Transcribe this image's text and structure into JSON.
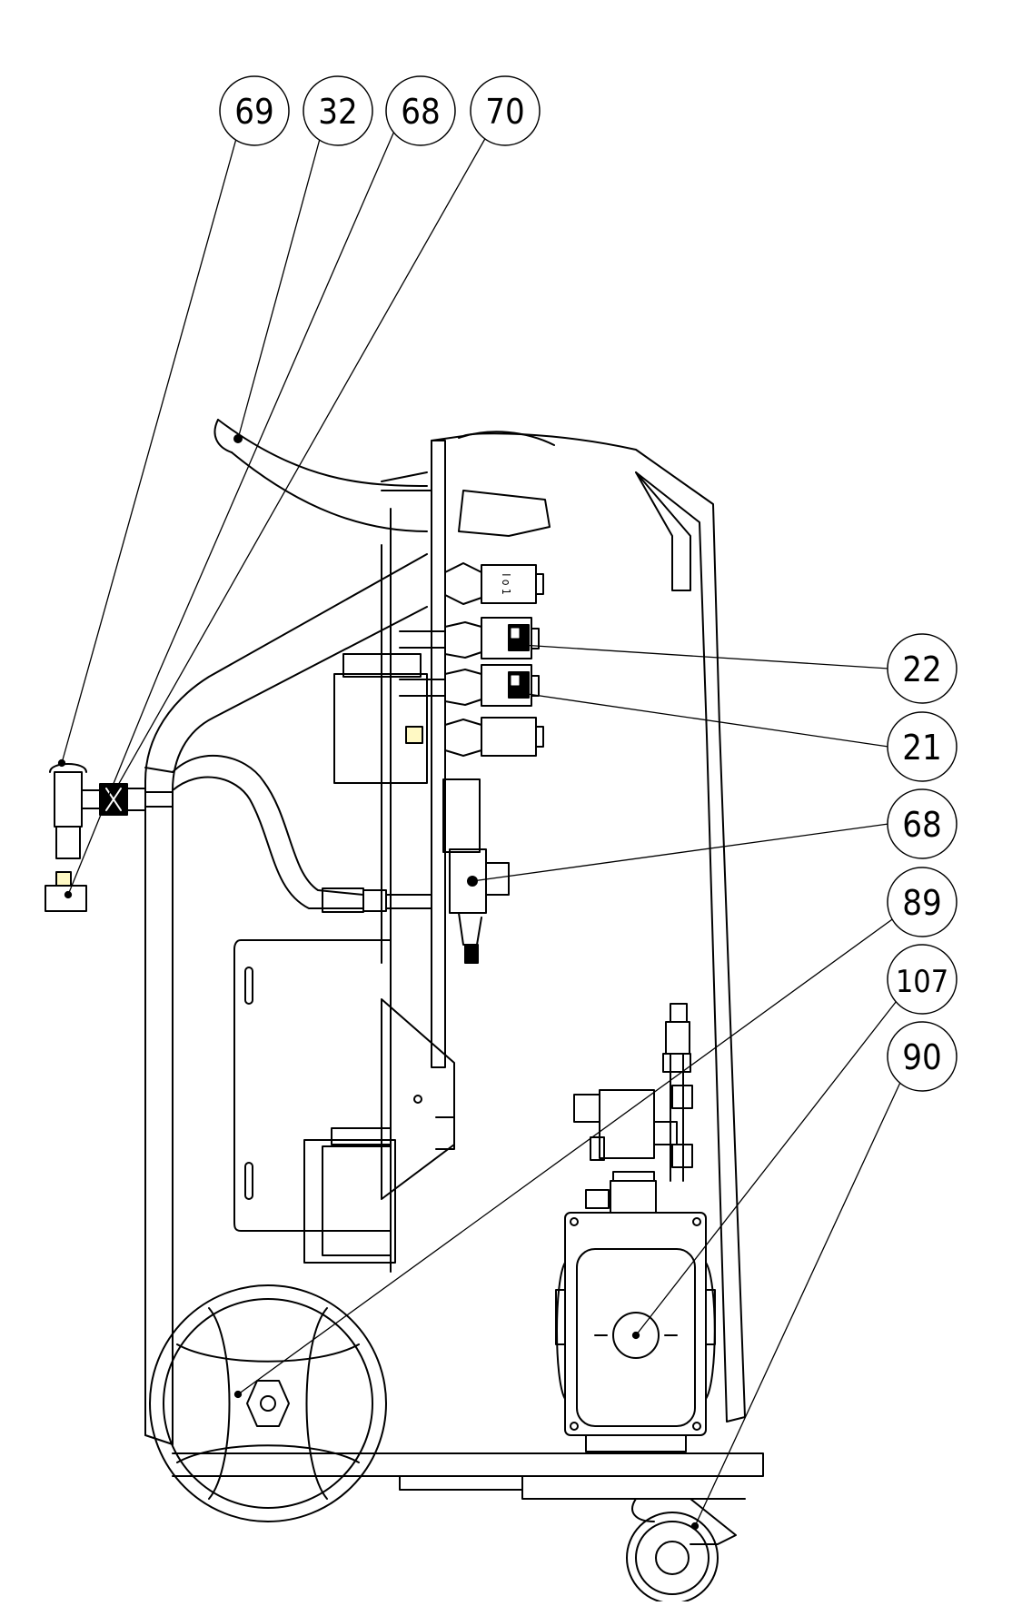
{
  "diagram": {
    "stroke_color": "#000000",
    "background_color": "#ffffff",
    "fill_accent": "#fff9c4",
    "callouts": [
      {
        "id": "c69",
        "label": "69"
      },
      {
        "id": "c32",
        "label": "32"
      },
      {
        "id": "c68top",
        "label": "68"
      },
      {
        "id": "c70",
        "label": "70"
      },
      {
        "id": "c22",
        "label": "22"
      },
      {
        "id": "c21",
        "label": "21"
      },
      {
        "id": "c68right",
        "label": "68"
      },
      {
        "id": "c89",
        "label": "89"
      },
      {
        "id": "c107",
        "label": "107"
      },
      {
        "id": "c90",
        "label": "90"
      }
    ],
    "solenoid_marking": "I o 1"
  }
}
